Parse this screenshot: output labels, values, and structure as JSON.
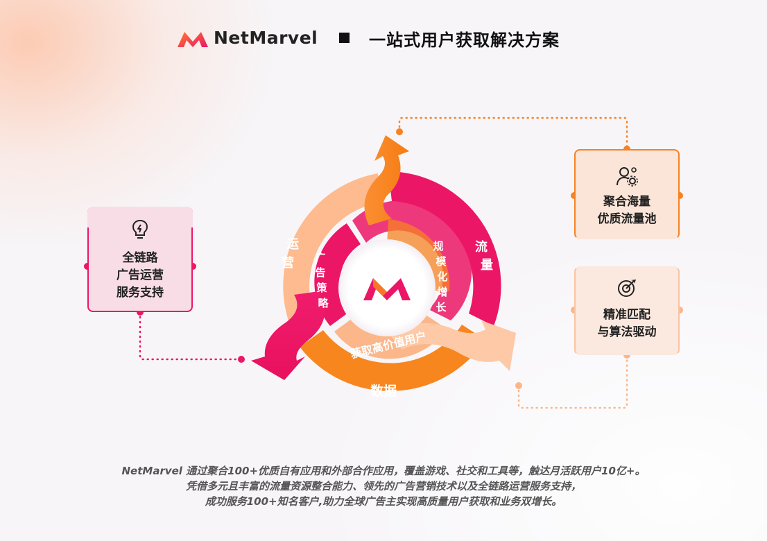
{
  "header": {
    "brand": "NetMarvel",
    "title": "一站式用户获取解决方案"
  },
  "cycle": {
    "outer_labels": {
      "yunying": "运营",
      "liuliang": "流量",
      "shuju": "数据"
    },
    "inner_labels": {
      "guanggao_celue": [
        "广",
        "告",
        "策",
        "略"
      ],
      "guimo_zengzhang": [
        "规",
        "模",
        "化",
        "增",
        "长"
      ],
      "huoqu": "获取高价值用户"
    }
  },
  "cards": {
    "left": {
      "icon": "lightbulb-icon",
      "lines": [
        "全链路",
        "广告运营",
        "服务支持"
      ]
    },
    "right_top": {
      "icon": "user-gear-icon",
      "lines": [
        "聚合海量",
        "优质流量池"
      ]
    },
    "right_bottom": {
      "icon": "target-icon",
      "lines": [
        "精准匹配",
        "与算法驱动"
      ]
    }
  },
  "footer": {
    "line1": "NetMarvel 通过聚合100+优质自有应用和外部合作应用，覆盖游戏、社交和工具等，触达月活跃用户10亿+。",
    "line2": "凭借多元且丰富的流量资源整合能力、领先的广告营销技术以及全链路运营服务支持，",
    "line3": "成功服务100+知名客户,助力全球广告主实现高质量用户获取和业务双增长。"
  },
  "colors": {
    "pink": "#ec1666",
    "orange": "#f68223",
    "peach": "#fbb689",
    "light_peach": "#fdc9a6"
  }
}
